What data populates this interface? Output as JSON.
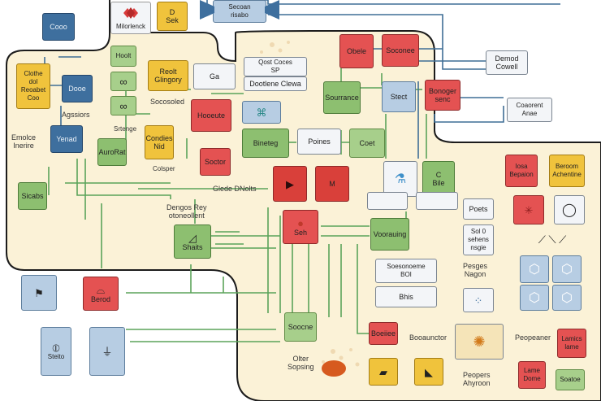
{
  "nodes": {
    "n_top_left_blue": "Cooo",
    "n_milestone": "Milorlenck",
    "n_d_sek": "D\nSek",
    "n_top_center": "Secoan\nrisabo",
    "n_clothe": "Clothe\ndol\nReoabet\nCoo",
    "n_blue_mid_left": "Dooe",
    "n_hoolt": "Hoolt",
    "n_reolt": "Reolt\nGlingory",
    "n_ga": "Ga",
    "n_qost": "Qost Coces\nSP",
    "n_dootlene": "Dootlene Clewa",
    "n_obele": "Obele",
    "n_soconee": "Soconee",
    "n_demod": "Demod\nCowell",
    "n_hooeute": "Hooeute",
    "n_scurrance": "Sourrance",
    "n_stect": "Stect",
    "n_benoge": "Bonoger\nsenc",
    "n_coaorent": "Coaorent\nAnae",
    "n_yenad": "Yenad",
    "n_cendies": "Condies\nNid",
    "n_aurorat": "AuroRat",
    "n_bineteg": "Bineteg",
    "n_poines": "Poines",
    "n_coet": "Coet",
    "n_socter": "Soctor",
    "n_c_bile": "C\nBile",
    "n_red_m": "M",
    "n_poets": "Poets",
    "n_sicabs": "Sicabs",
    "n_seh": "Seh",
    "n_shaits": "Shaits",
    "n_voorauing": "Voorauing",
    "n_soc_list": "Sol 0\nsehens\nnsgie",
    "n_iosa": "Iosa\nBepaion",
    "n_beroom": "Beroom\nAchentine",
    "n_soesonoeme": "Soesonoeme\nBOI",
    "n_bhis": "Bhis",
    "n_berod": "Berod",
    "n_soocne": "Soocne",
    "n_boeiiee": "Boeiiee",
    "n_lamics": "Lamics\nlame",
    "n_lamd": "Lame\nDome",
    "n_small_green": "Soatoe",
    "n_steito": "Steito"
  },
  "labels": {
    "l_agnitors": "Agssiors",
    "l_soosoled": "Socosoled",
    "l_srenge": "Srtenge",
    "l_ernolee": "Emolce\nInerire",
    "l_colsper": "Colsper",
    "l_glede": "Glede DNolts",
    "l_dengos": "Dengos Rey\notoneollent",
    "l_pesges": "Pesges\nNagon",
    "l_boeauntor": "Booaunctor",
    "l_peopeaner": "Peopeaner",
    "l_olter": "Olter\nSopsing",
    "l_peopers": "Peopers\nAhyroon"
  },
  "colors": {
    "background_region": "#fbf2d7",
    "connector_green": "#5ba35a",
    "connector_blue": "#3f6e96",
    "accent_red": "#e45252",
    "accent_yellow": "#f0c33c",
    "accent_blue": "#3e6f9e"
  },
  "icons": [
    "play-icon",
    "shape-triangle-icon",
    "hexagon-icon",
    "circle-icon",
    "map-icon",
    "flask-icon",
    "binoculars-icon",
    "network-icon",
    "leaf-icon"
  ]
}
